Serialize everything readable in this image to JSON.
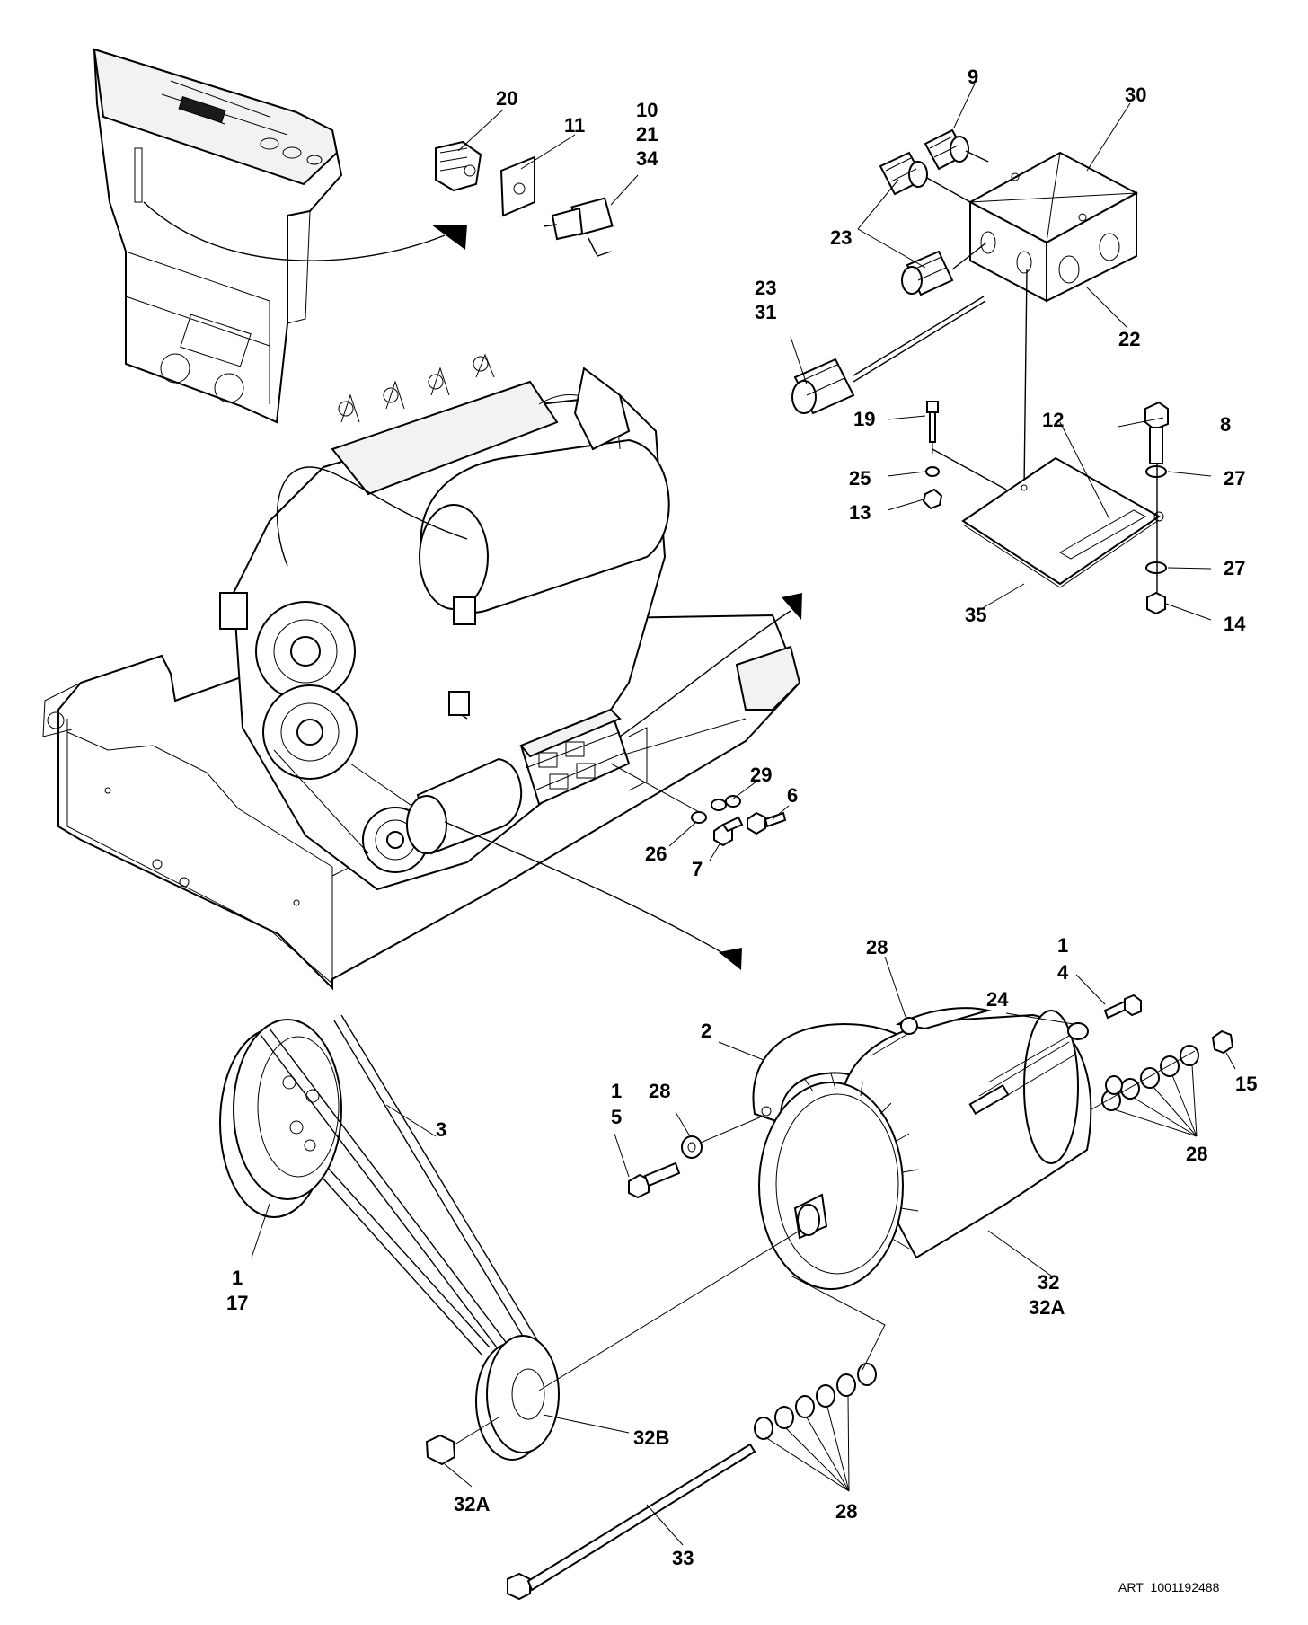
{
  "callouts": {
    "c20": "20",
    "c11": "11",
    "c10": "10",
    "c21": "21",
    "c34": "34",
    "c9": "9",
    "c30": "30",
    "c23a": "23",
    "c22": "22",
    "c23b": "23",
    "c31": "31",
    "c19": "19",
    "c12": "12",
    "c8": "8",
    "c25": "25",
    "c27a": "27",
    "c13": "13",
    "c27b": "27",
    "c35": "35",
    "c14": "14",
    "c29": "29",
    "c6": "6",
    "c26": "26",
    "c7": "7",
    "c28a": "28",
    "c1a": "1",
    "c4": "4",
    "c24": "24",
    "c2": "2",
    "c15": "15",
    "c1b": "1",
    "c5": "5",
    "c28b": "28",
    "c3": "3",
    "c28c": "28",
    "c1c": "1",
    "c17": "17",
    "c32": "32",
    "c32A_a": "32A",
    "c32B": "32B",
    "c32A_b": "32A",
    "c28d": "28",
    "c33": "33"
  },
  "art_code": "ART_1001192488",
  "colors": {
    "line": "#000000",
    "background": "#ffffff"
  }
}
